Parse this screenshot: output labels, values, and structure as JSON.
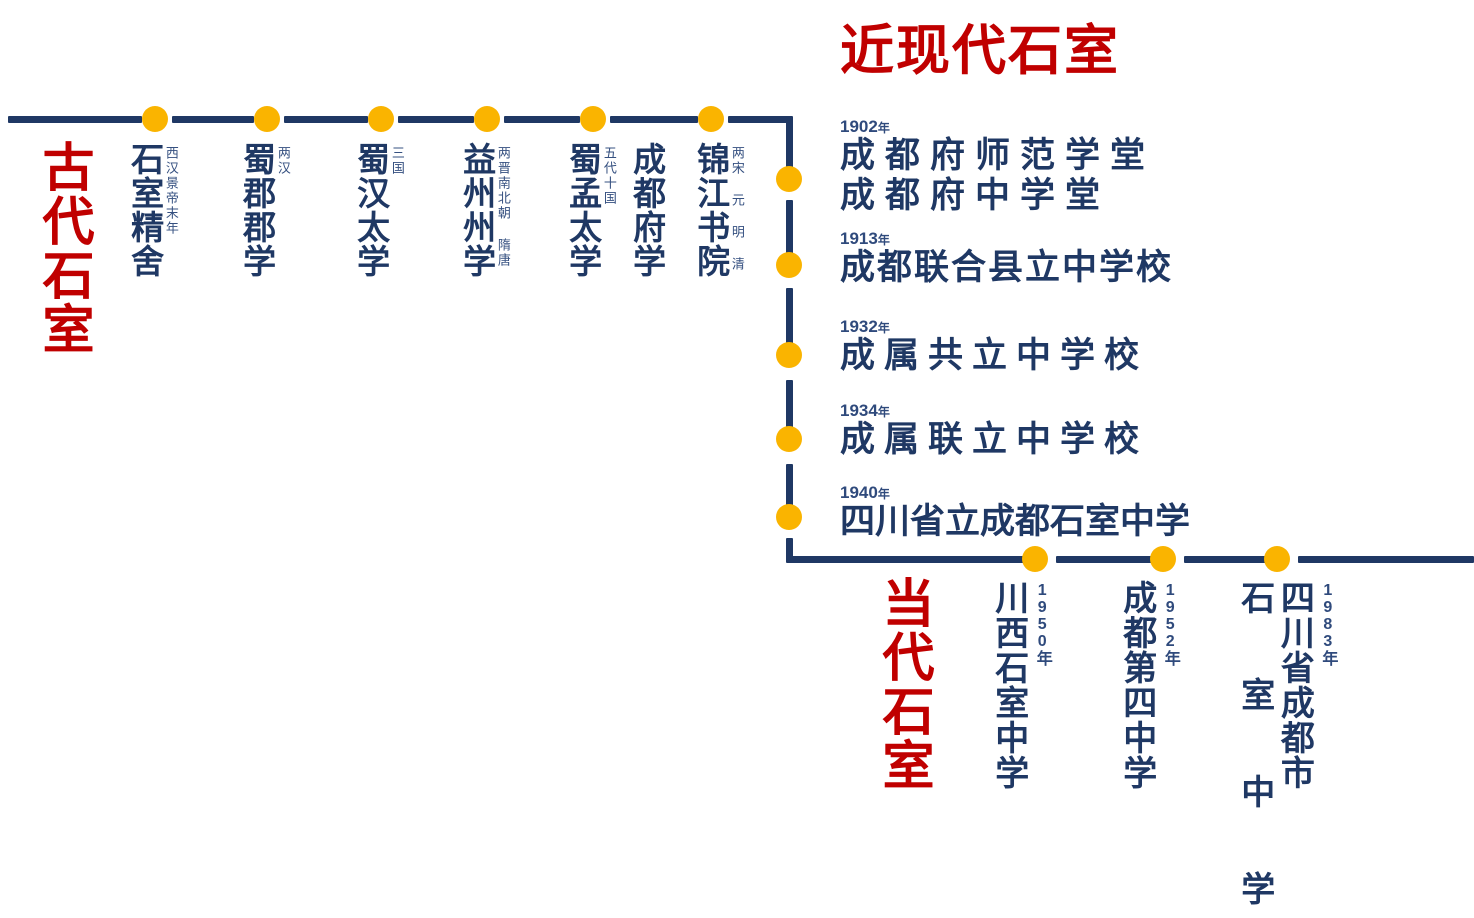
{
  "diagram": {
    "title_ancient": "古代石室",
    "title_modern": "近现代石室",
    "title_contemporary": "当代石室",
    "colors": {
      "line": "#1F3864",
      "dot": "#FAB400",
      "heading_red": "#C00000",
      "text_blue": "#1F3864"
    }
  },
  "ancient_nodes": [
    {
      "name": "石室精舍",
      "era": "西汉景帝末年"
    },
    {
      "name": "蜀郡郡学",
      "era": "两汉"
    },
    {
      "name": "蜀汉太学",
      "era": "三国"
    },
    {
      "name": "益州州学",
      "era": "两晋南北朝 隋唐"
    },
    {
      "name": "蜀孟太学",
      "era": "五代十国"
    },
    {
      "name": "成都府学",
      "era": ""
    },
    {
      "name": "锦江书院",
      "era": "两宋 元 明 清"
    }
  ],
  "modern_entries": [
    {
      "year": "1902",
      "year_suffix": "年",
      "schools": [
        "成都府师范学堂",
        "成都府中学堂"
      ]
    },
    {
      "year": "1913",
      "year_suffix": "年",
      "schools": [
        "成都联合县立中学校"
      ]
    },
    {
      "year": "1932",
      "year_suffix": "年",
      "schools": [
        "成属共立中学校"
      ]
    },
    {
      "year": "1934",
      "year_suffix": "年",
      "schools": [
        "成属联立中学校"
      ]
    },
    {
      "year": "1940",
      "year_suffix": "年",
      "schools": [
        "四川省立成都石室中学"
      ]
    }
  ],
  "contemporary_entries": [
    {
      "name": "川西石室中学",
      "name2": "",
      "year": "1950年"
    },
    {
      "name": "成都第四中学",
      "name2": "",
      "year": "1952年"
    },
    {
      "name": "四川省成都市",
      "name2": "石 室 中 学",
      "year": "1983年"
    }
  ]
}
